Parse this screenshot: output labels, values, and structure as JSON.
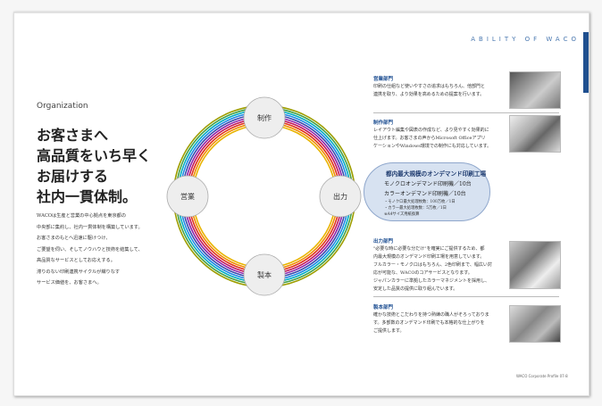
{
  "header": {
    "tagline": "ABILITY OF WACO"
  },
  "left": {
    "section_label": "Organization",
    "headline": [
      "お客さまへ",
      "高品質をいち早く",
      "お届けする",
      "社内一貫体制。"
    ],
    "body": [
      "WACOは生産と営業の中心拠点を東京都の",
      "中央部に集約し、社内一貫体制を構築しています。",
      "お客さまのもとへ迅速に駆けつけ、",
      "ご要望を伺い、そしてノウハウと技術を結集して、",
      "高品質なサービスとしてお応えする。",
      "滞りのない印刷連携サイクルが織りなす",
      "サービス価値を、お客さまへ。"
    ]
  },
  "diagram": {
    "nodes": {
      "top": "制作",
      "left": "営業",
      "right": "出力",
      "bottom": "製本"
    },
    "ring_colors": [
      "#e8b400",
      "#f08c00",
      "#e0341c",
      "#c2185b",
      "#8e24aa",
      "#3949ab",
      "#1e88e5",
      "#00acc1",
      "#43a047",
      "#9e9e00"
    ]
  },
  "callout": {
    "title": "都内最大規模のオンデマンド印刷工場",
    "line1": "モノクロオンデマンド印刷機／10台",
    "line2": "カラーオンデマンド印刷機／10台",
    "notes": [
      "・モノクロ最大処理枚数：100万枚／1日",
      "・カラー最大処理枚数：5万枚／1日",
      "※A4サイズ用紙換算"
    ]
  },
  "departments": [
    {
      "title": "営業部門",
      "text": [
        "印刷の仕組など使いやすさの追求はもちろん、他部門と",
        "連携を取り、より効果を高めるための提案を行います。"
      ]
    },
    {
      "title": "制作部門",
      "text": [
        "レイアウト編集や図表の作成など、より見やすく効果的に",
        "仕上げます。お客さまの声からMicrosoft Officeアプリ",
        "ケーションやWindows環境での制作にも対応しています。"
      ]
    },
    {
      "title": "出力部門",
      "text": [
        "\"必要な時に必要な分だけ\"を確実にご提供するため、都",
        "内最大規模のオンデマンド印刷工場を用意しています。",
        "フルカラー・モノクロはもちろん、2色印刷まで、幅広い対",
        "応が可能な、WACOのコアサービスとなります。",
        "ジャパンカラーに準拠したカラーマネジメントを採用し、",
        "安定した品質の提供に取り組んでいます。"
      ]
    },
    {
      "title": "製本部門",
      "text": [
        "確かな技術とこだわりを持つ熟練の職人がそろっておりま",
        "す。多部数のオンデマンド印刷でも本格的な仕上がりを",
        "ご提供します。"
      ]
    }
  ],
  "footer": "WACO Corporate Profile 07-8"
}
